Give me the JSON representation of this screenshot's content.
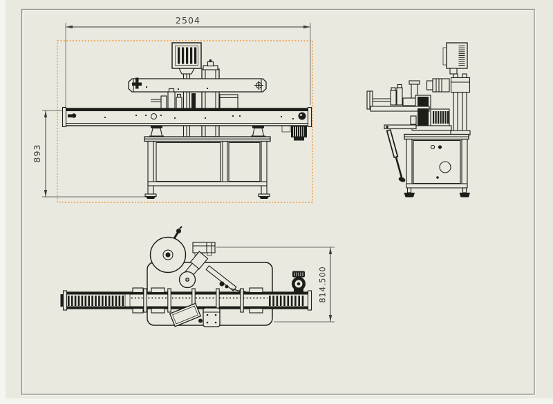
{
  "drawing": {
    "type": "engineering-drawing",
    "sheet": {
      "selected_view": "front"
    },
    "dimensions": {
      "front_width": "2504",
      "front_height": "893",
      "top_depth": "814.500"
    }
  },
  "colors": {
    "sheet": "#e9e9e0",
    "outer": "#f5f5ef",
    "line": "#1d1d1a",
    "dim": "#3f3f3b",
    "ext": "#6b6b66",
    "dimtext": "#3c3c38",
    "select": "#f0a351",
    "border": "#8c8c85",
    "highlight": "#fdfdf9"
  }
}
